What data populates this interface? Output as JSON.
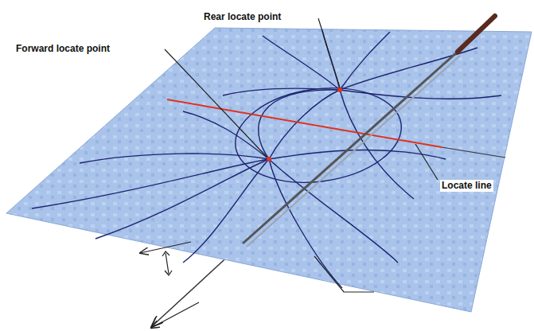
{
  "diagram": {
    "labels": [
      "Rear locate point",
      "Forward locate point",
      "Locate line"
    ]
  }
}
